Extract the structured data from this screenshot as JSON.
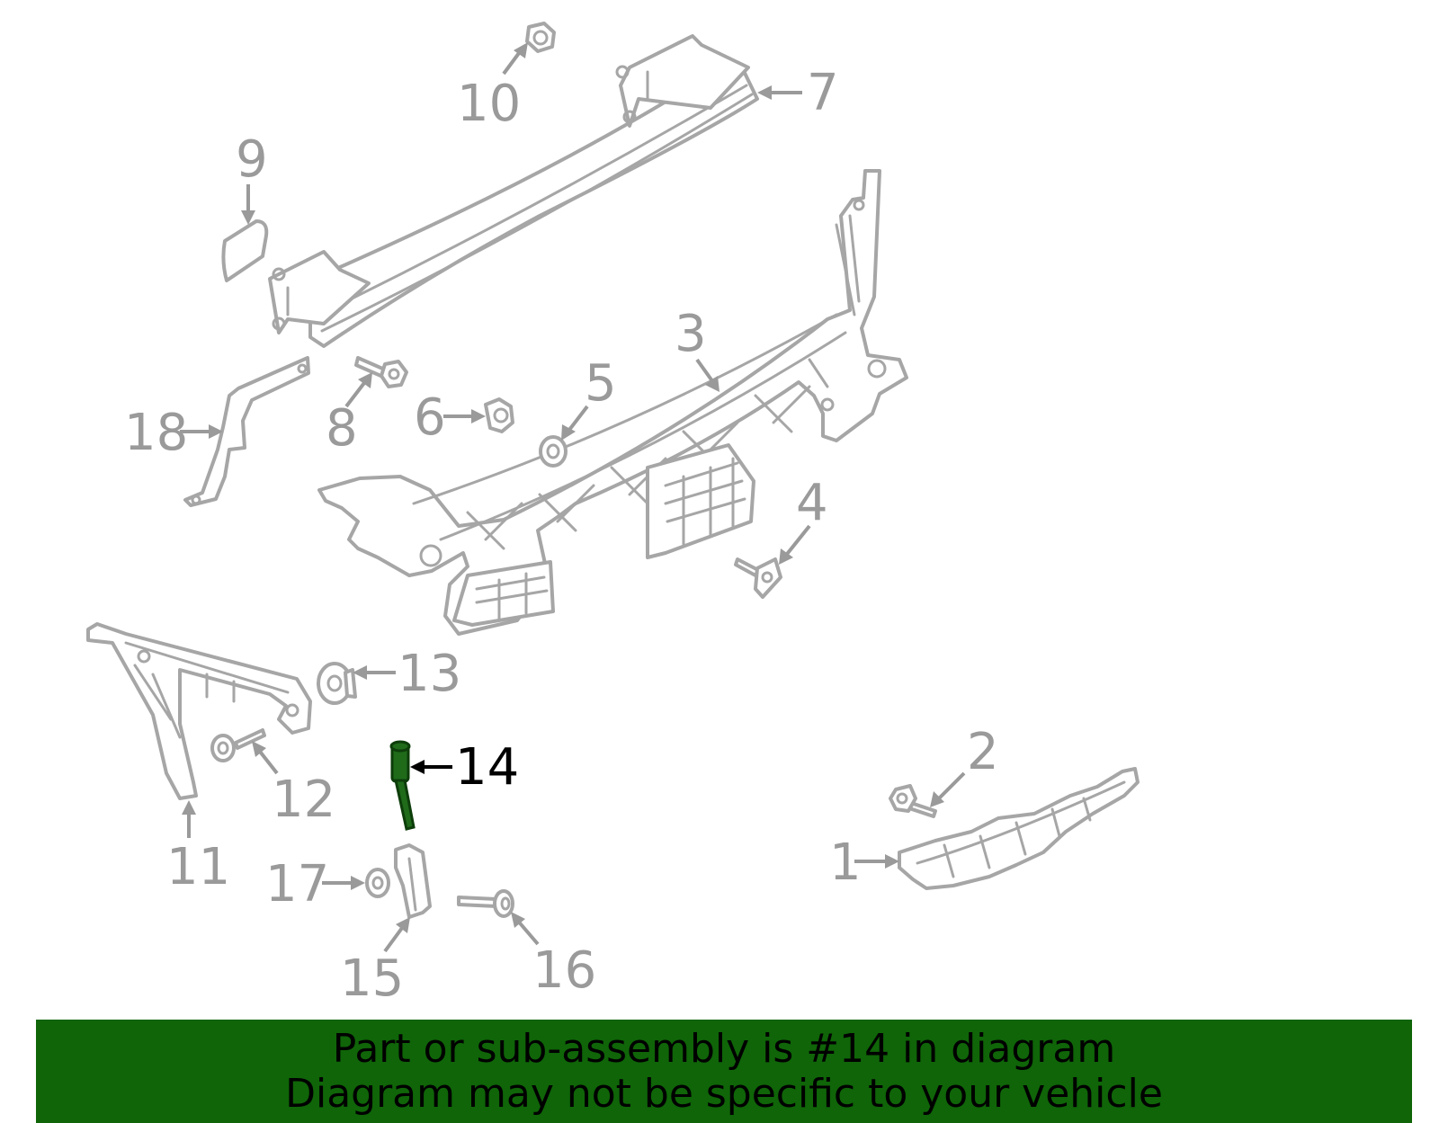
{
  "callouts": {
    "c1": "1",
    "c2": "2",
    "c3": "3",
    "c4": "4",
    "c5": "5",
    "c6": "6",
    "c7": "7",
    "c8": "8",
    "c9": "9",
    "c10": "10",
    "c11": "11",
    "c12": "12",
    "c13": "13",
    "c14": "14",
    "c15": "15",
    "c16": "16",
    "c17": "17",
    "c18": "18"
  },
  "highlighted_part": "14",
  "colors": {
    "highlight": "#1f6b1a",
    "banner": "#0f6508",
    "line_art": "#a6a6a6"
  },
  "banner": {
    "line1": "Part or sub-assembly is #14 in diagram",
    "line2": "Diagram may not be specific to your vehicle"
  }
}
